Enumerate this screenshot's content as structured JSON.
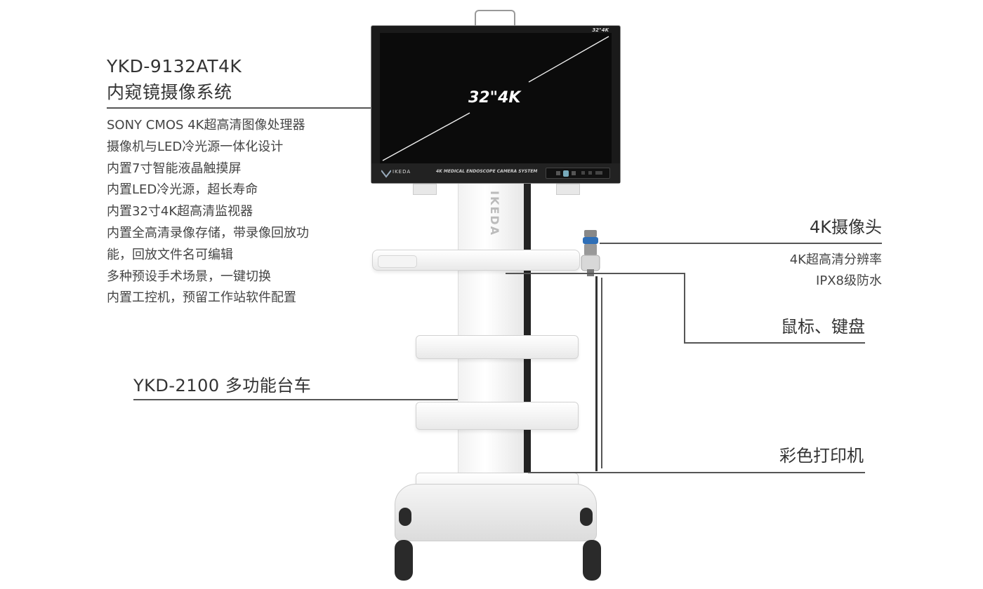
{
  "monitor": {
    "size_label": "32\"4K",
    "badge": "32\"4K",
    "brand": "IKEDA",
    "system_text": "4K MEDICAL ENDOSCOPE CAMERA SYSTEM"
  },
  "cart": {
    "brand": "IKEDA"
  },
  "system": {
    "model": "YKD-9132AT4K",
    "name": "内窥镜摄像系统",
    "features": [
      "SONY CMOS 4K超高清图像处理器",
      "摄像机与LED冷光源一体化设计",
      "内置7寸智能液晶触摸屏",
      "内置LED冷光源，超长寿命",
      "内置32寸4K超高清监视器",
      "内置全高清录像存储，带录像回放功",
      "能，回放文件名可编辑",
      "多种预设手术场景，一键切换",
      "内置工控机，预留工作站软件配置"
    ]
  },
  "trolley": {
    "label": "YKD-2100 多功能台车"
  },
  "camera": {
    "label": "4K摄像头",
    "features": [
      "4K超高清分辨率",
      "IPX8级防水"
    ]
  },
  "peripherals": {
    "mouse_keyboard": "鼠标、键盘",
    "printer": "彩色打印机"
  },
  "colors": {
    "line": "#555555",
    "text": "#333333",
    "rail": "#222222"
  }
}
